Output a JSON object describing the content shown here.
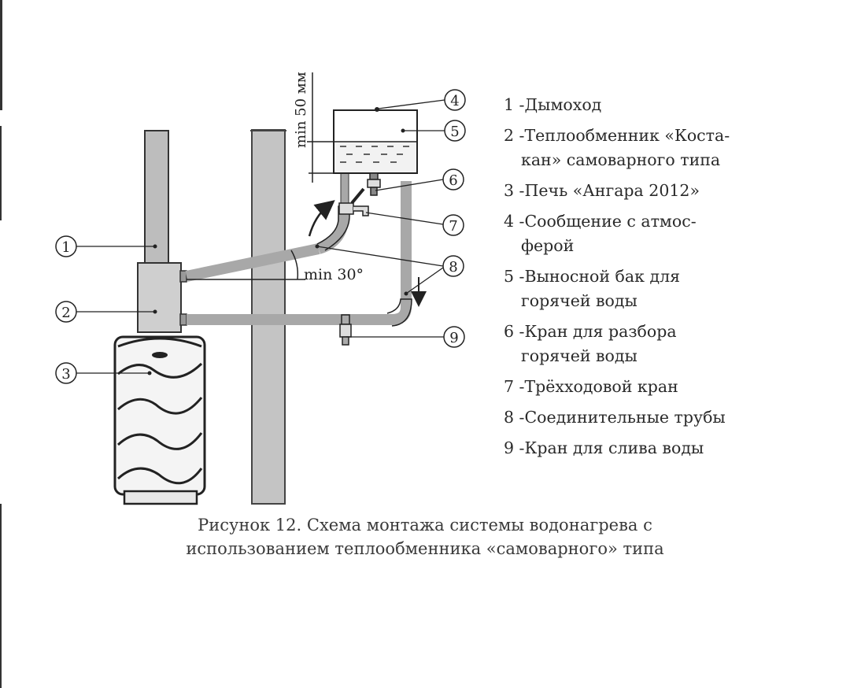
{
  "callouts": {
    "c1": "1",
    "c2": "2",
    "c3": "3",
    "c4": "4",
    "c5": "5",
    "c6": "6",
    "c7": "7",
    "c8": "8",
    "c9": "9"
  },
  "dimensions": {
    "min_height": "min 50 мм",
    "min_angle": "min 30°"
  },
  "legend": [
    {
      "num": "1 - ",
      "text": "Дымоход",
      "cont": ""
    },
    {
      "num": "2 - ",
      "text": "Теплообменник «Коста-",
      "cont": "кан» самоварного типа"
    },
    {
      "num": "3 - ",
      "text": "Печь «Ангара 2012»",
      "cont": ""
    },
    {
      "num": "4 - ",
      "text": "Сообщение с атмос-",
      "cont": "ферой"
    },
    {
      "num": "5 - ",
      "text": "Выносной бак для",
      "cont": "горячей воды"
    },
    {
      "num": "6 - ",
      "text": "Кран для разбора",
      "cont": "горячей воды"
    },
    {
      "num": "7 - ",
      "text": "Трёхходовой кран",
      "cont": ""
    },
    {
      "num": "8 - ",
      "text": "Соединительные трубы",
      "cont": ""
    },
    {
      "num": "9 - ",
      "text": "Кран для слива воды",
      "cont": ""
    }
  ],
  "caption": {
    "line1": "Рисунок 12. Схема монтажа системы водонагрева с",
    "line2": "использованием теплообменника «самоварного» типа"
  },
  "colors": {
    "pipe": "#a8a8a8",
    "outline": "#222222",
    "wall": "#c4c4c4",
    "stove_fill": "#f4f4f4"
  }
}
